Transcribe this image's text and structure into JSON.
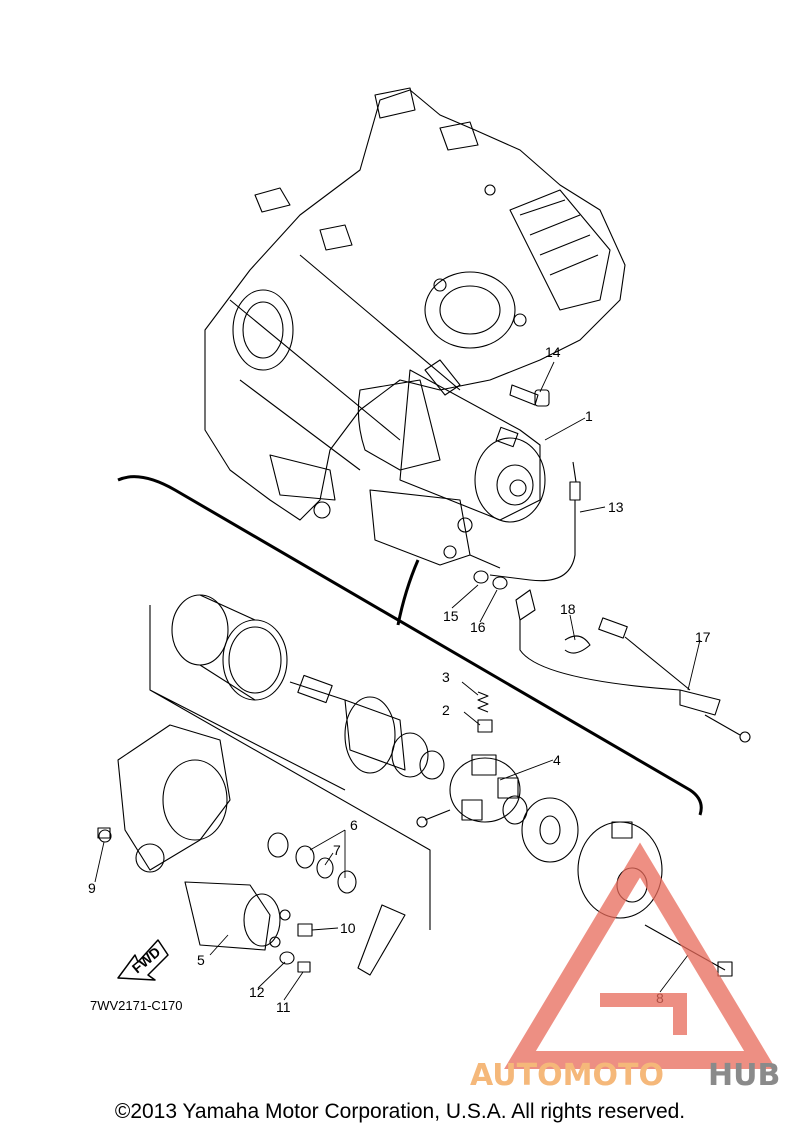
{
  "diagram": {
    "callouts": [
      "1",
      "2",
      "3",
      "4",
      "5",
      "6",
      "7",
      "8",
      "9",
      "10",
      "11",
      "12",
      "13",
      "14",
      "15",
      "16",
      "17",
      "18"
    ],
    "fwd_label": "FWD",
    "drawing_code": "7WV2171-C170"
  },
  "watermark": {
    "text_a": "AUTOMOTO",
    "text_b": "HUB",
    "color_a": "#f5b87a",
    "color_b": "#8a8a8a",
    "logo_color": "#e86a5a"
  },
  "footer": {
    "copyright": "©2013 Yamaha Motor Corporation, U.S.A. All rights reserved."
  }
}
